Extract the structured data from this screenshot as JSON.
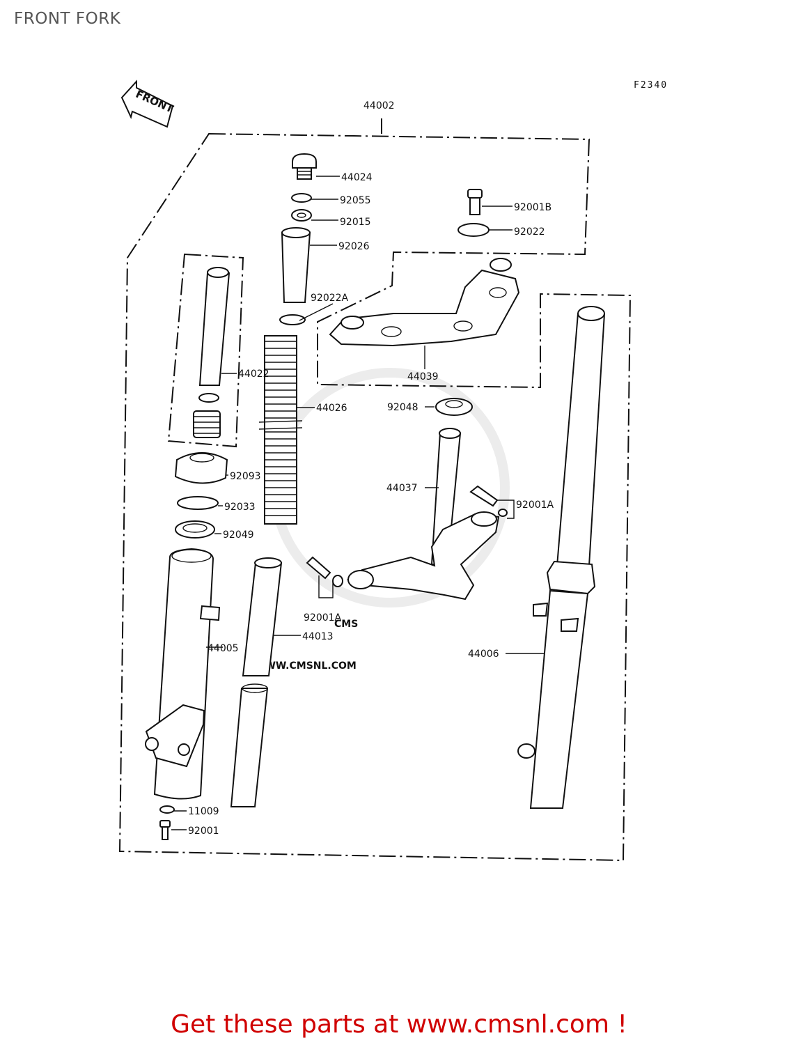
{
  "page": {
    "title": "FRONT FORK"
  },
  "diagram": {
    "code": "F2340",
    "front_label": "FRONT",
    "watermark": {
      "logo_text": "CMS",
      "url_text": "WWW.CMSNL.COM"
    },
    "labels": {
      "p44002": "44002",
      "p44024": "44024",
      "p92055": "92055",
      "p92015": "92015",
      "p92026": "92026",
      "p92001B": "92001B",
      "p92022": "92022",
      "p92022A": "92022A",
      "p44022": "44022",
      "p44039": "44039",
      "p44026": "44026",
      "p92048": "92048",
      "p92093": "92093",
      "p44037": "44037",
      "p92001A_right": "92001A",
      "p92033": "92033",
      "p92049": "92049",
      "p92001A_center": "92001A",
      "p44013": "44013",
      "p44005": "44005",
      "p44006": "44006",
      "p11009": "11009",
      "p92001": "92001"
    }
  },
  "footer": {
    "link_text": "Get these parts at www.cmsnl.com !"
  }
}
